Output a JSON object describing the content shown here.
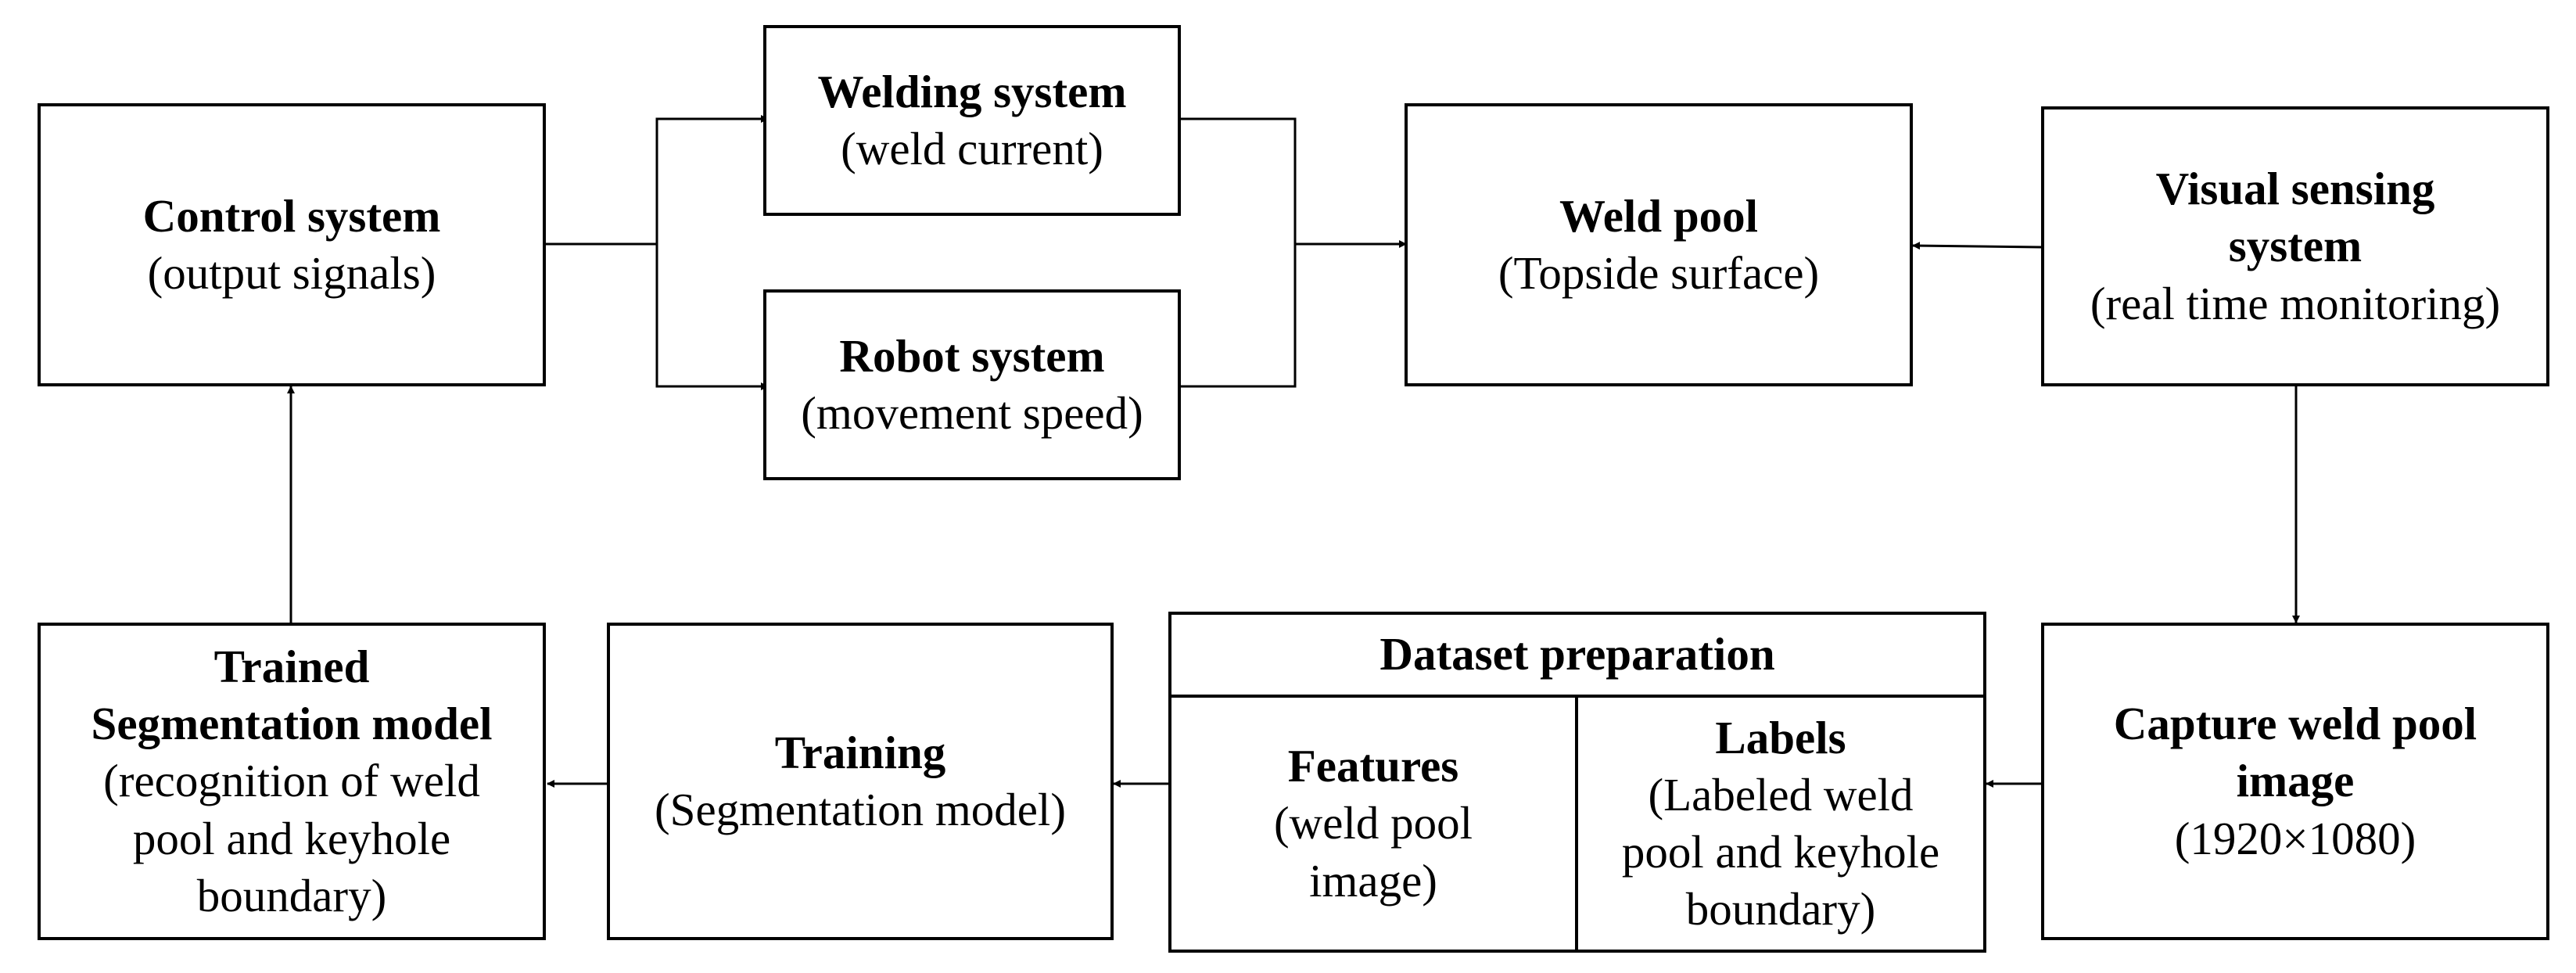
{
  "nodes": {
    "control": {
      "title": "Control system",
      "sub": "(output signals)"
    },
    "welding": {
      "title": "Welding system",
      "sub": "(weld current)"
    },
    "robot": {
      "title": "Robot system",
      "sub": "(movement speed)"
    },
    "weldpool": {
      "title": "Weld pool",
      "sub": "(Topside surface)"
    },
    "visual": {
      "title_line1": "Visual sensing",
      "title_line2": "system",
      "sub": "(real time monitoring)"
    },
    "capture": {
      "title_line1": "Capture weld pool",
      "title_line2": "image",
      "sub": "(1920×1080)"
    },
    "dataset": {
      "title": "Dataset preparation",
      "features": {
        "title": "Features",
        "sub_line1": "(weld pool",
        "sub_line2": "image)"
      },
      "labels": {
        "title": "Labels",
        "sub_line1": "(Labeled weld",
        "sub_line2": "pool and keyhole",
        "sub_line3": "boundary)"
      }
    },
    "training": {
      "title": "Training",
      "sub": "(Segmentation model)"
    },
    "trained": {
      "title_line1": "Trained",
      "title_line2": "Segmentation model",
      "sub_line1": "(recognition of weld",
      "sub_line2": "pool and keyhole",
      "sub_line3": "boundary)"
    }
  },
  "colors": {
    "stroke": "#000000",
    "background": "#ffffff"
  }
}
